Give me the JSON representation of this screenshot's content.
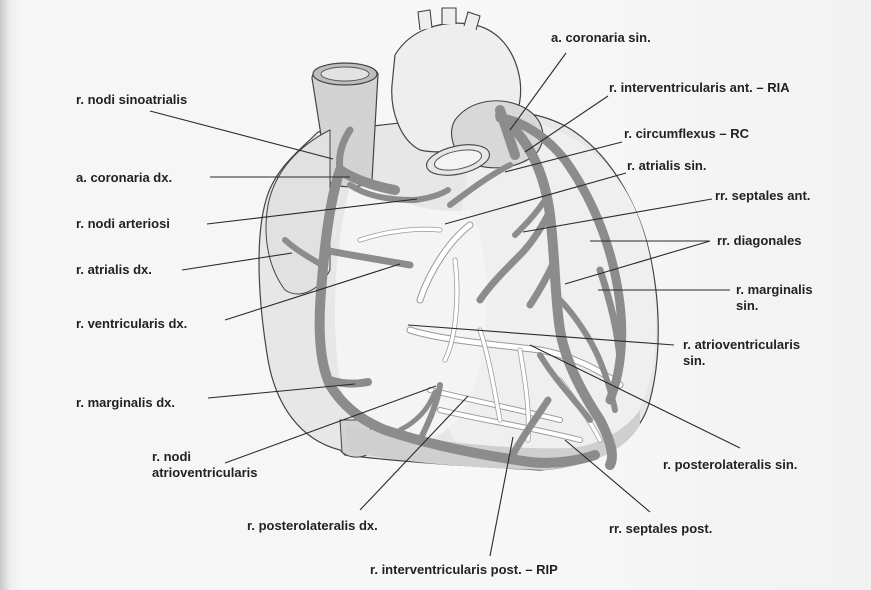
{
  "labels": {
    "a_coronaria_sin": "a. coronaria sin.",
    "r_interventricularis_ant": "r. interventricularis ant. – RIA",
    "r_circumflexus": "r. circumflexus – RC",
    "r_atrialis_sin": "r. atrialis sin.",
    "rr_septales_ant": "rr. septales ant.",
    "rr_diagonales": "rr. diagonales",
    "r_marginalis_sin_1": "r. marginalis",
    "r_marginalis_sin_2": "sin.",
    "r_atrioventricularis_sin_1": "r. atrioventricularis",
    "r_atrioventricularis_sin_2": "sin.",
    "r_posterolateralis_sin": "r. posterolateralis sin.",
    "rr_septales_post": "rr. septales post.",
    "r_interventricularis_post": "r. interventricularis post. – RIP",
    "r_posterolateralis_dx": "r. posterolateralis dx.",
    "r_nodi_atrioventricularis_1": "r. nodi",
    "r_nodi_atrioventricularis_2": "atrioventricularis",
    "r_marginalis_dx": "r. marginalis dx.",
    "r_ventricularis_dx": "r. ventricularis dx.",
    "r_atrialis_dx": "r. atrialis dx.",
    "r_nodi_arteriosi": "r. nodi arteriosi",
    "a_coronaria_dx": "a. coronaria dx.",
    "r_nodi_sinoatrialis": "r. nodi sinoatrialis"
  }
}
